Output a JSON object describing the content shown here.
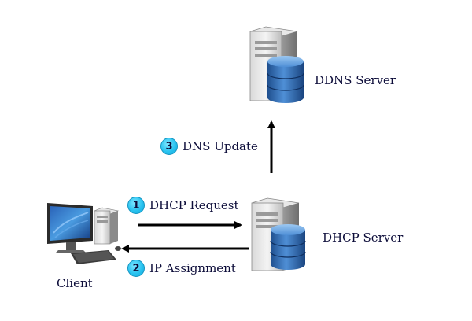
{
  "nodes": {
    "ddns_server": {
      "label": "DDNS Server",
      "icon": "database-server-icon"
    },
    "dhcp_server": {
      "label": "DHCP Server",
      "icon": "database-server-icon"
    },
    "client": {
      "label": "Client",
      "icon": "desktop-computer-icon"
    }
  },
  "steps": [
    {
      "number": "1",
      "label": "DHCP Request",
      "from": "client",
      "to": "dhcp_server"
    },
    {
      "number": "2",
      "label": "IP Assignment",
      "from": "dhcp_server",
      "to": "client"
    },
    {
      "number": "3",
      "label": "DNS Update",
      "from": "dhcp_server",
      "to": "ddns_server"
    }
  ],
  "colors": {
    "text": "#0d0d3a",
    "badge": "#29c3f0",
    "arrow": "#000000",
    "database": "#2f6fb5"
  }
}
